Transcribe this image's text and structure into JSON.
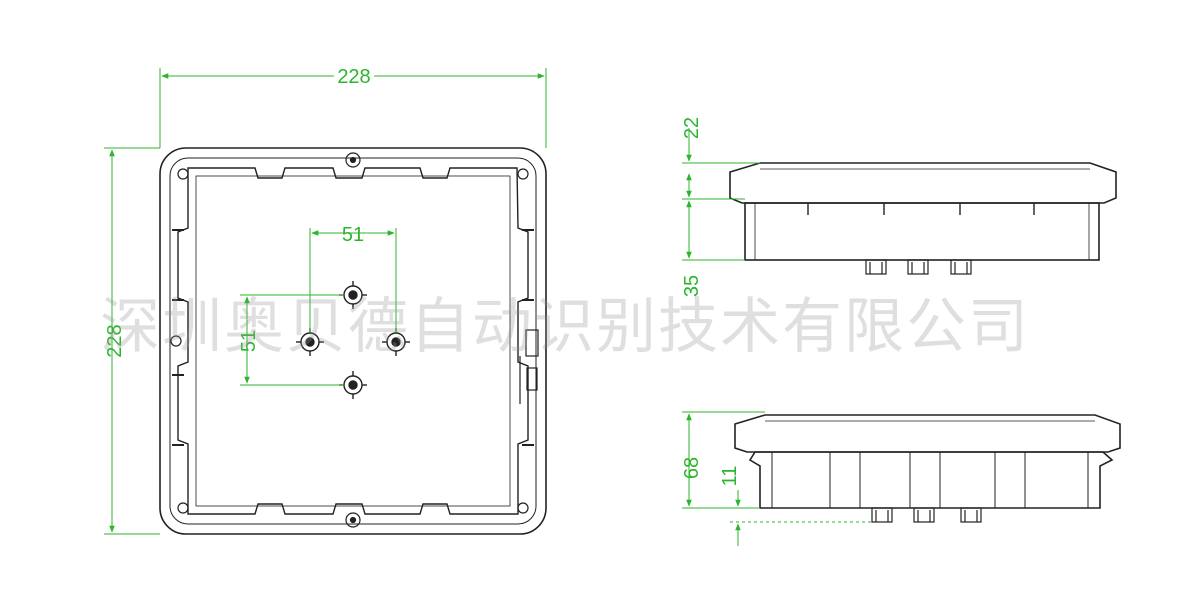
{
  "watermark": "深圳奥贝德自动识别技术有限公司",
  "colors": {
    "dimension": "#2db52d",
    "outline": "#222222",
    "watermark": "#9a9a9a"
  },
  "front_view": {
    "width_label": "228",
    "height_label": "228",
    "connector_spacing_horizontal": "51",
    "connector_spacing_vertical": "51"
  },
  "side_view_top": {
    "cover_height_label": "22",
    "body_depth_label": "35"
  },
  "side_view_bottom": {
    "total_height_label": "68",
    "connector_length_label": "11"
  }
}
